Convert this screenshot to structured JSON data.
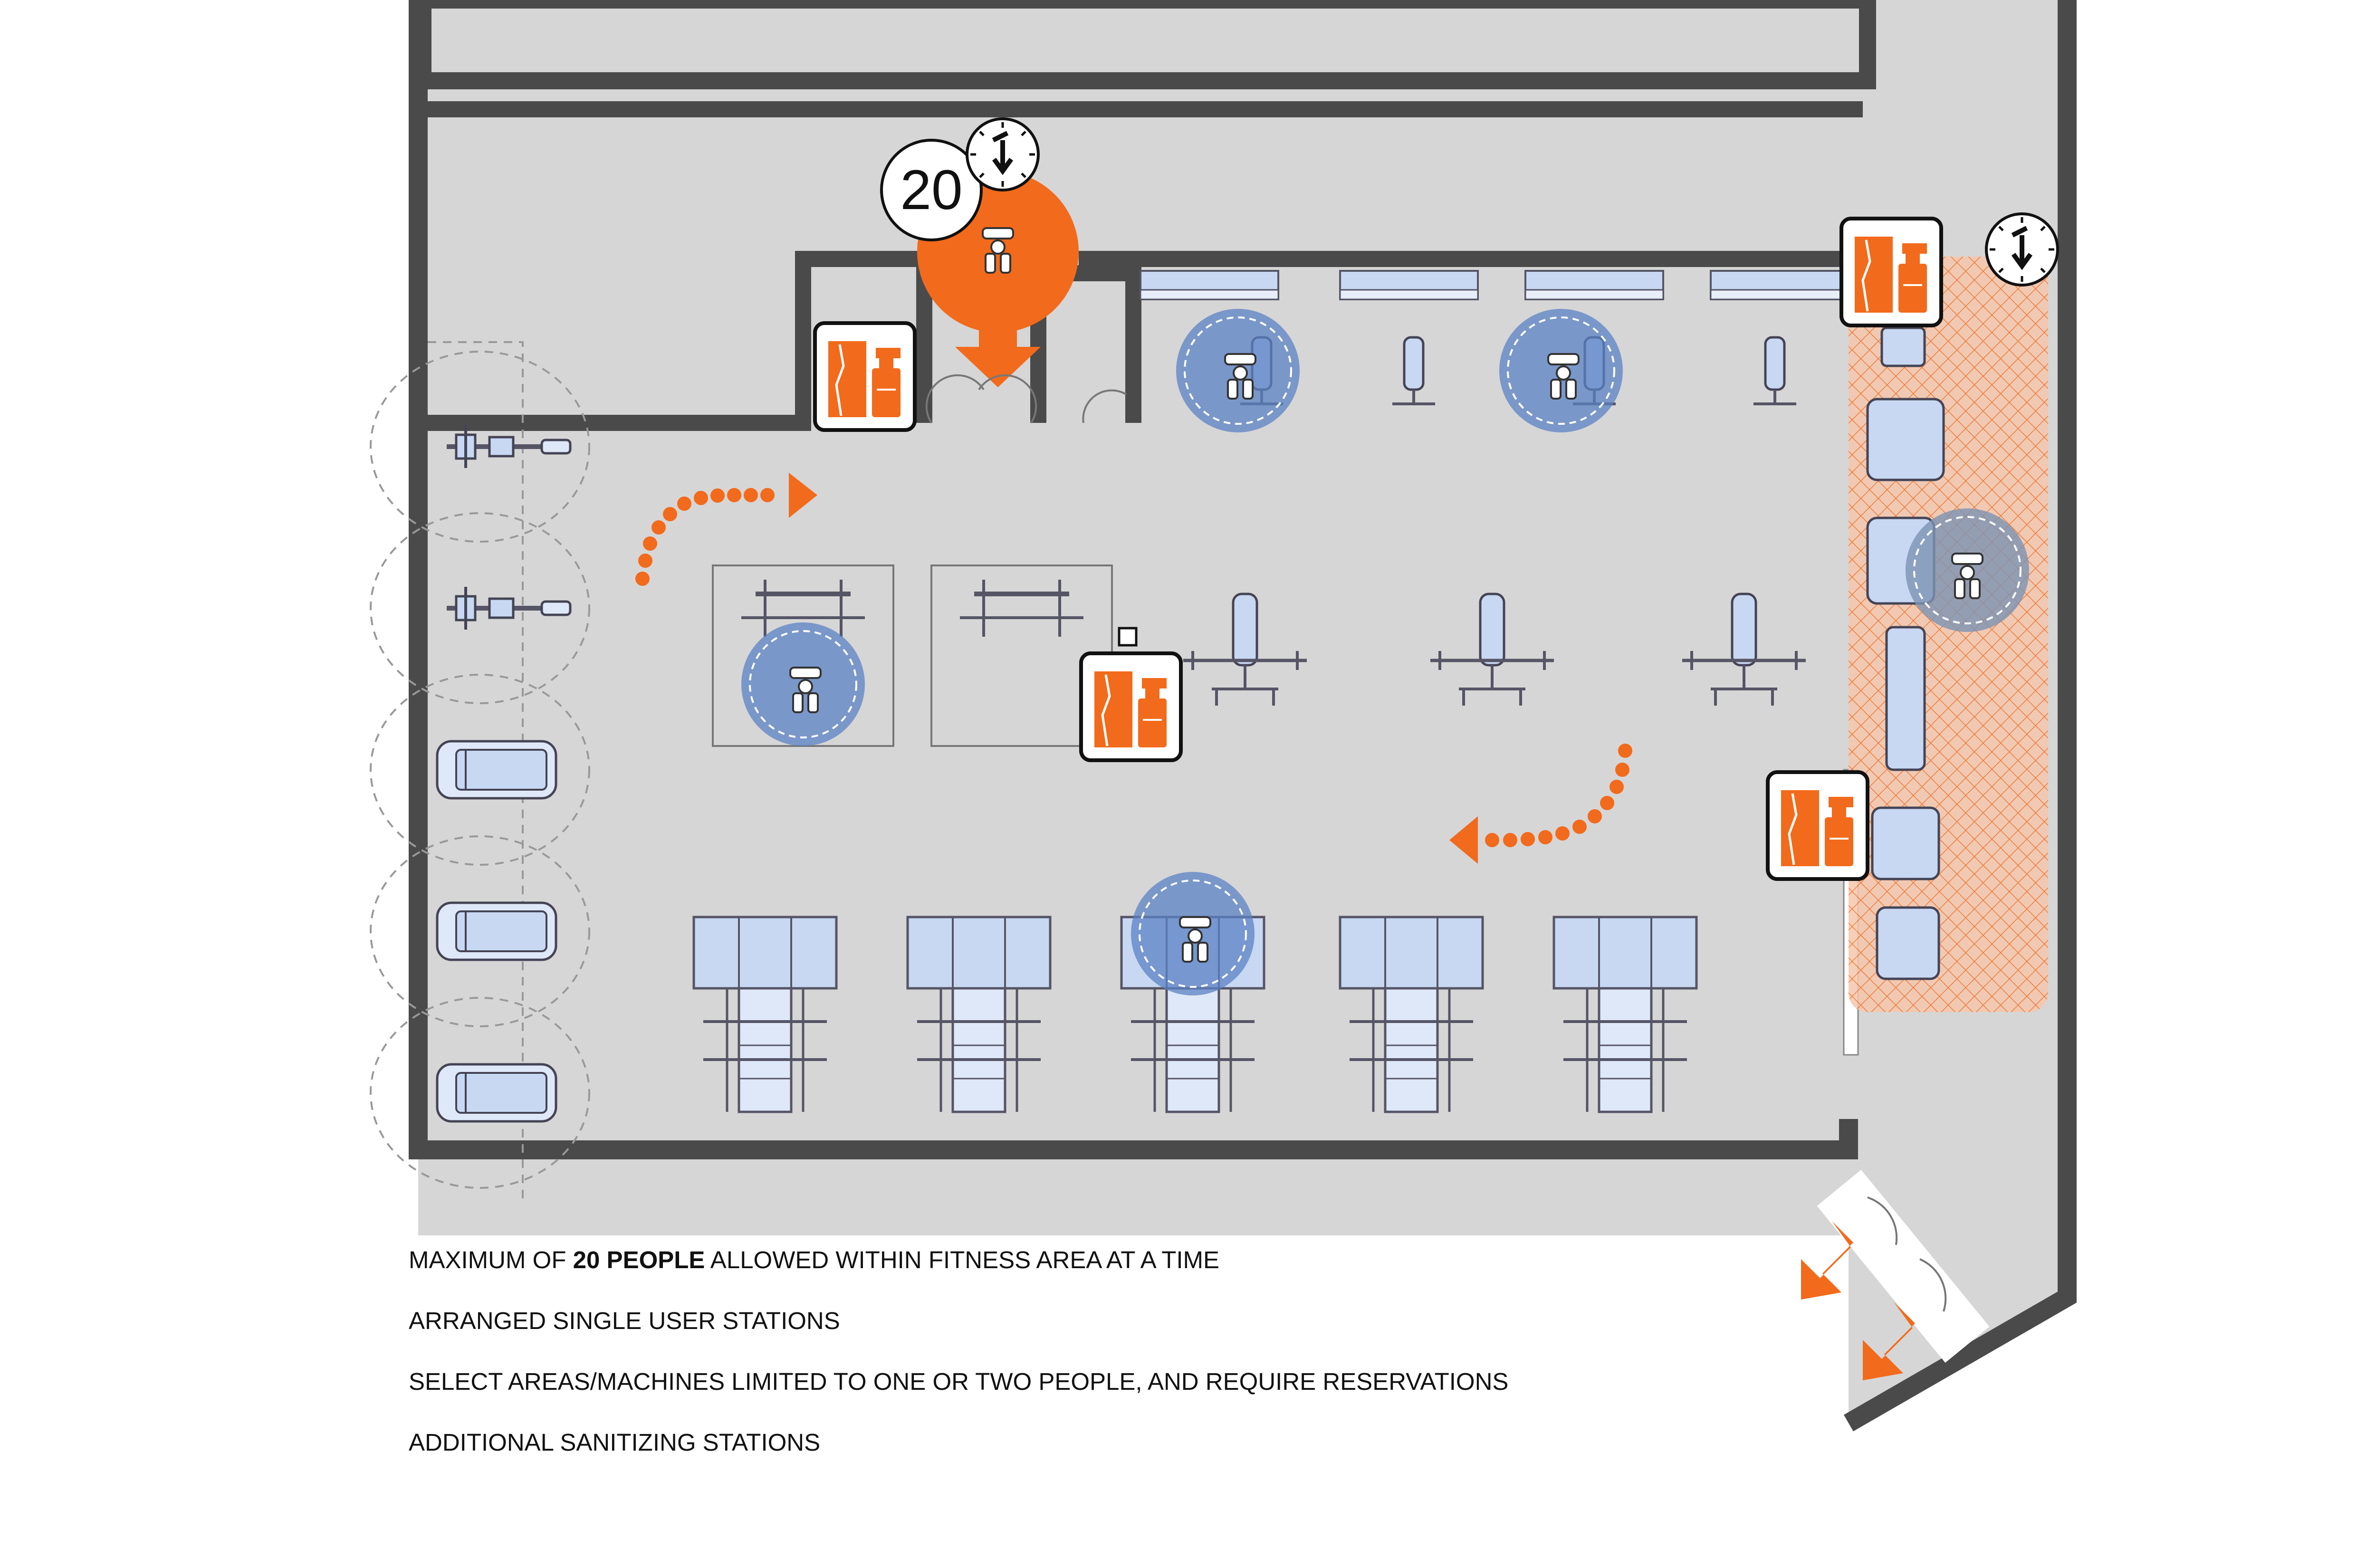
{
  "capacity": {
    "count": "20"
  },
  "notes": {
    "line1_prefix": "MAXIMUM OF ",
    "line1_bold": "20 PEOPLE",
    "line1_suffix": " ALLOWED WITHIN FITNESS AREA AT A TIME",
    "line2": "ARRANGED SINGLE USER STATIONS",
    "line3": "SELECT AREAS/MACHINES LIMITED TO ONE OR TWO PEOPLE, AND REQUIRE RESERVATIONS",
    "line4": "ADDITIONAL SANITIZING STATIONS"
  },
  "colors": {
    "accent_orange": "#f26a1b",
    "wall": "#4a4a4a",
    "floor": "#d4d4d4",
    "equipment_blue": "#c8d8f2",
    "user_zone_blue": "#5b82c4",
    "hatch_orange": "#f4a27a"
  },
  "icons": [
    "sanitizer-station-icon",
    "timer-clock-icon",
    "flow-arrow-icon",
    "exit-arrow-icon",
    "person-icon"
  ]
}
